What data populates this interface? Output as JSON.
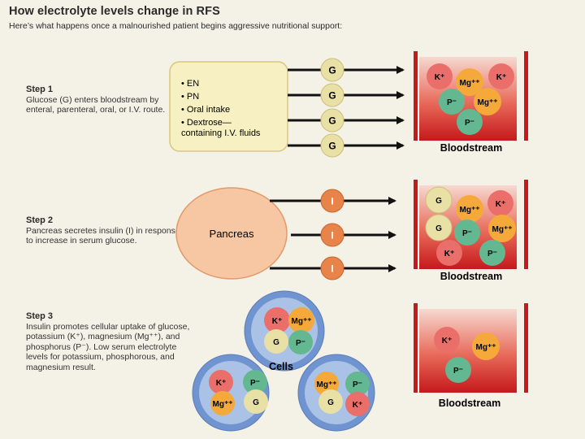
{
  "title": "How electrolyte levels change in RFS",
  "subtitle": "Here’s what happens once a malnourished patient begins aggressive nutritional support:",
  "steps": [
    {
      "head": "Step 1",
      "body": "Glucose (G) enters bloodstream by enteral, parenteral, oral, or I.V. route."
    },
    {
      "head": "Step 2",
      "body": "Pancreas secretes insulin (I) in response to increase in serum glucose."
    },
    {
      "head": "Step 3",
      "body": "Insulin promotes cellular uptake of glucose, potassium (K⁺), magnesium (Mg⁺⁺), and phosphorus (P⁻). Low serum electrolyte levels for potassium, phosphorous, and magnesium result."
    }
  ],
  "sources": [
    "• EN",
    "• PN",
    "• Oral intake",
    "• Dextrose—",
    "containing I.V. fluids"
  ],
  "glucose_symbol": "G",
  "insulin_symbol": "I",
  "pancreas_label": "Pancreas",
  "cells_label": "Cells",
  "bloodstream_label": "Bloodstream",
  "ions": {
    "K": "K⁺",
    "Mg": "Mg⁺⁺",
    "P": "P⁻",
    "G": "G"
  },
  "colors": {
    "potassium": "#ea6f6a",
    "magnesium": "#f5a93a",
    "phosphorus": "#63b892",
    "glucose": "#e9e0a6",
    "insulin": "#e8844a",
    "pancreas": "#f7c7a3",
    "cell_outer": "#6f94cf",
    "blood_top": "#f6d9cf",
    "blood_bottom": "#c5191b",
    "tube": "#c5191b"
  }
}
